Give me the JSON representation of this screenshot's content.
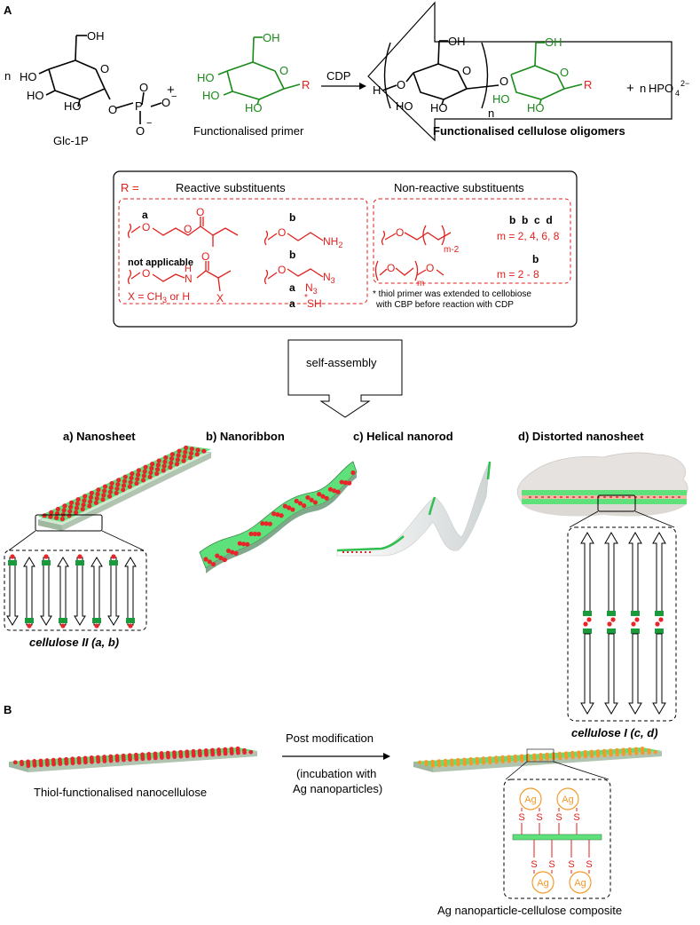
{
  "panel_a_label": "A",
  "panel_b_label": "B",
  "reaction": {
    "n_left": "n",
    "glc1p_label": "Glc-1P",
    "plus": "+",
    "primer_label": "Functionalised primer",
    "enzyme": "CDP",
    "product_label": "Functionalised cellulose oligomers",
    "n_repeat": "n",
    "byproduct_n": "n",
    "byproduct": "HPO",
    "byproduct_sub": "4",
    "byproduct_sup": "2−",
    "r_group": "R",
    "atoms": {
      "ho": "HO",
      "oh": "OH",
      "o": "O",
      "p": "P",
      "h": "H",
      "minus": "−"
    }
  },
  "substituents": {
    "r_equals": "R =",
    "reactive_title": "Reactive substituents",
    "nonreactive_title": "Non-reactive substituents",
    "letter_a": "a",
    "letter_b": "b",
    "not_applicable": "not applicable",
    "x_label": "X = CH",
    "x_sub": "3",
    "x_tail": " or H",
    "nh2": "NH",
    "nh2_sub": "2",
    "n3": "N",
    "n3_sub": "3",
    "sh": "SH",
    "star": "*",
    "x_atom": "X",
    "nh_atom": "H",
    "n_atom": "N",
    "m_minus_2": "m-2",
    "m": "m",
    "bbcd": "b  b  c  d",
    "m_values_1": "m = 2, 4, 6, 8",
    "m_values_2": "m = 2 - 8",
    "footnote_1": "* thiol primer was extended to cellobiose",
    "footnote_2": "with CBP before reaction with CDP"
  },
  "self_assembly": "self-assembly",
  "morphologies": [
    {
      "label": "a) Nanosheet"
    },
    {
      "label": "b) Nanoribbon"
    },
    {
      "label": "c) Helical nanorod"
    },
    {
      "label": "d) Distorted nanosheet"
    }
  ],
  "cellulose_II": "cellulose II (a, b)",
  "cellulose_I": "cellulose I (c, d)",
  "panel_b": {
    "post_mod": "Post modification",
    "incubation_1": "(incubation with",
    "incubation_2": "Ag nanoparticles)",
    "thiol_label": "Thiol-functionalised nanocellulose",
    "composite_label": "Ag nanoparticle-cellulose composite",
    "ag": "Ag",
    "s": "S"
  },
  "colors": {
    "green": "#1a8a1a",
    "red": "#e0201c",
    "sheet_green": "#5ee07a",
    "dot_red": "#e8262a",
    "orange": "#f39a2a"
  }
}
